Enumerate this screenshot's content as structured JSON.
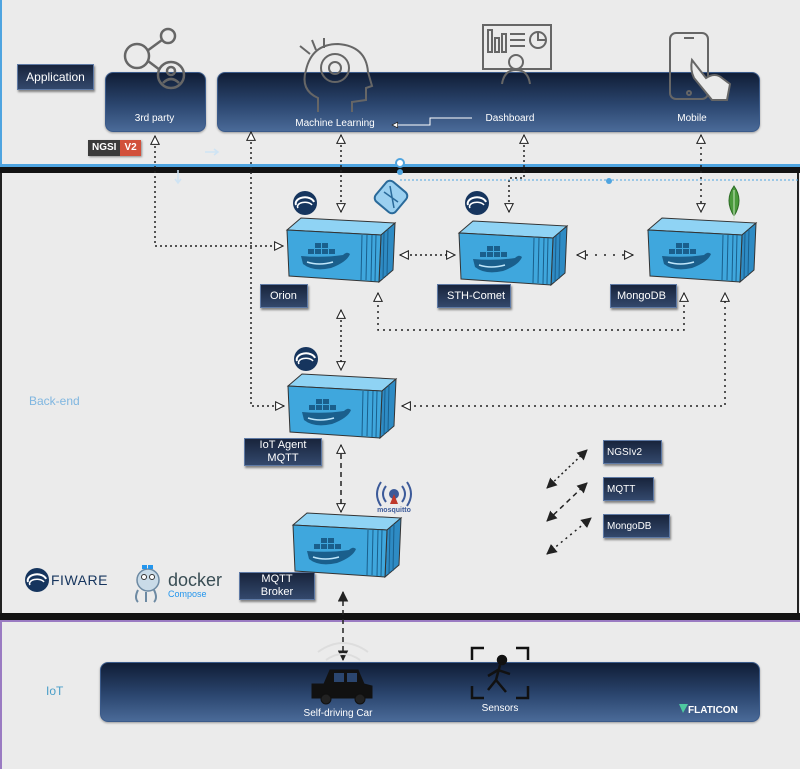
{
  "layers": {
    "application": "Application",
    "backend": "Back-end",
    "iot": "IoT"
  },
  "application_bar": {
    "third_party": "3rd party",
    "machine_learning": "Machine Learning",
    "dashboard": "Dashboard",
    "mobile": "Mobile"
  },
  "ngsi_badge": {
    "left": "NGSI",
    "right": "V2"
  },
  "components": {
    "orion": "Orion",
    "sth_comet": "STH-Comet",
    "mongodb": "MongoDB",
    "iot_agent_line1": "IoT Agent",
    "iot_agent_line2": "MQTT",
    "mqtt_broker_line1": "MQTT",
    "mqtt_broker_line2": "Broker"
  },
  "legend": {
    "ngsiv2": "NGSIv2",
    "mqtt": "MQTT",
    "mongodb": "MongoDB"
  },
  "logos": {
    "fiware": "FIWARE",
    "docker": "docker",
    "docker_sub": "Compose",
    "mosquitto": "mosquitto",
    "flaticon": "FLATICON"
  },
  "iot_bar": {
    "car": "Self-driving Car",
    "sensors": "Sensors"
  },
  "colors": {
    "bar_dark": "#1a2a48",
    "container_blue": "#3fa7dd",
    "section_label": "#7fb6e0",
    "ngsi_red": "#d2503b",
    "mongo_green": "#4a9a3c"
  }
}
